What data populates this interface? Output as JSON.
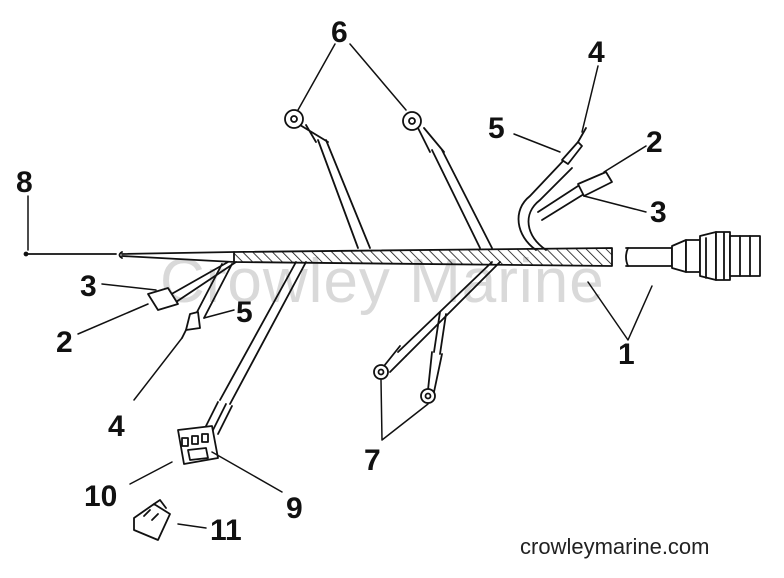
{
  "diagram": {
    "watermark": "Crowley Marine",
    "footer": "crowleymarine.com",
    "callouts": {
      "c1": "1",
      "c2a": "2",
      "c2b": "2",
      "c3a": "3",
      "c3b": "3",
      "c4a": "4",
      "c4b": "4",
      "c5a": "5",
      "c5b": "5",
      "c6": "6",
      "c7": "7",
      "c8": "8",
      "c9": "9",
      "c10": "10",
      "c11": "11"
    }
  },
  "colors": {
    "line": "#111111",
    "watermark": "#d9d9d9"
  }
}
